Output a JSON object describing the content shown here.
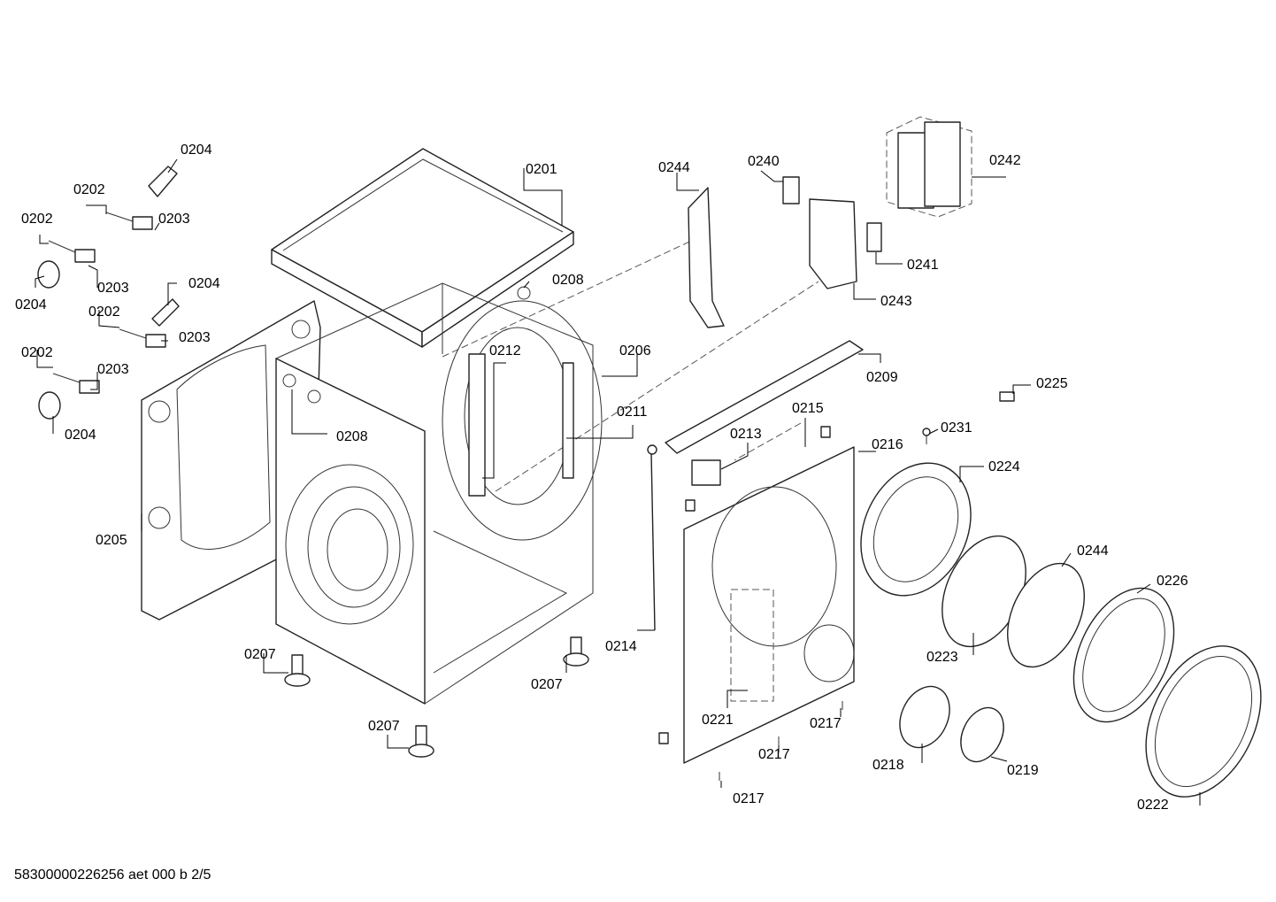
{
  "labels": {
    "l0201": "0201",
    "l0202a": "0202",
    "l0202b": "0202",
    "l0202c": "0202",
    "l0202d": "0202",
    "l0203a": "0203",
    "l0203b": "0203",
    "l0203c": "0203",
    "l0203d": "0203",
    "l0204a": "0204",
    "l0204b": "0204",
    "l0204c": "0204",
    "l0204d": "0204",
    "l0205": "0205",
    "l0206": "0206",
    "l0207a": "0207",
    "l0207b": "0207",
    "l0207c": "0207",
    "l0208a": "0208",
    "l0208b": "0208",
    "l0209": "0209",
    "l0211": "0211",
    "l0212": "0212",
    "l0213": "0213",
    "l0214": "0214",
    "l0215": "0215",
    "l0216": "0216",
    "l0217a": "0217",
    "l0217b": "0217",
    "l0217c": "0217",
    "l0218": "0218",
    "l0219": "0219",
    "l0221": "0221",
    "l0222": "0222",
    "l0223": "0223",
    "l0224": "0224",
    "l0225": "0225",
    "l0226": "0226",
    "l0231": "0231",
    "l0240": "0240",
    "l0241": "0241",
    "l0242": "0242",
    "l0243": "0243",
    "l0244a": "0244",
    "l0244b": "0244"
  },
  "footer": {
    "code": "58300000226256 aet 000 b 2/5"
  }
}
